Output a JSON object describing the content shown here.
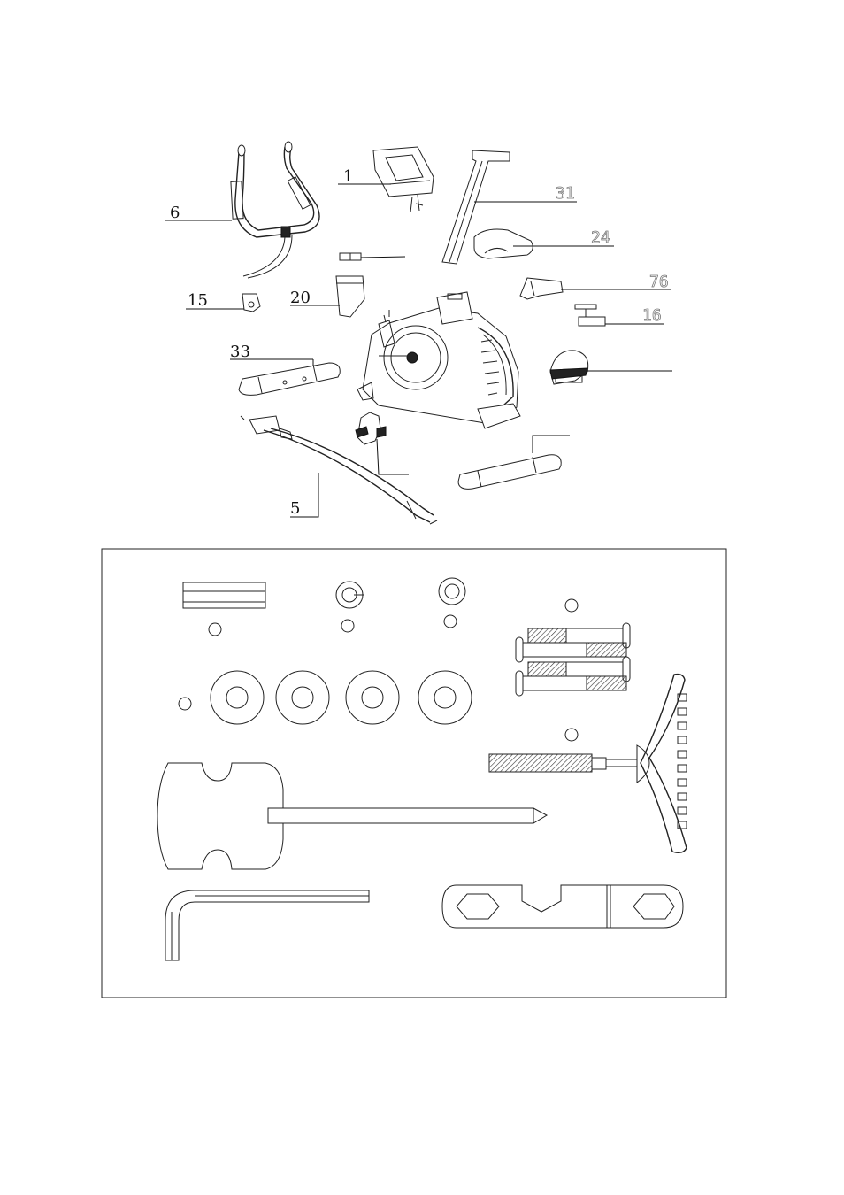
{
  "parts": {
    "console": {
      "number": "1"
    },
    "handlebar": {
      "number": "6"
    },
    "seat_post": {
      "number": "31"
    },
    "seat": {
      "number": "24"
    },
    "seat_slider": {
      "number": "76"
    },
    "adjust_knob": {
      "number": "16"
    },
    "clamp": {
      "number": "15"
    },
    "post_cover": {
      "number": "20"
    },
    "front_stabilizer": {
      "number": "33"
    },
    "front_post": {
      "number": "5"
    }
  },
  "icons": {
    "main_frame": "exercise-bike-frame-icon",
    "pedal": "pedal-icon",
    "rear_stabilizer": "stabilizer-icon",
    "allen_key": "allen-key-icon",
    "wrench": "wrench-icon",
    "multi_tool": "multi-tool-screwdriver-icon"
  }
}
